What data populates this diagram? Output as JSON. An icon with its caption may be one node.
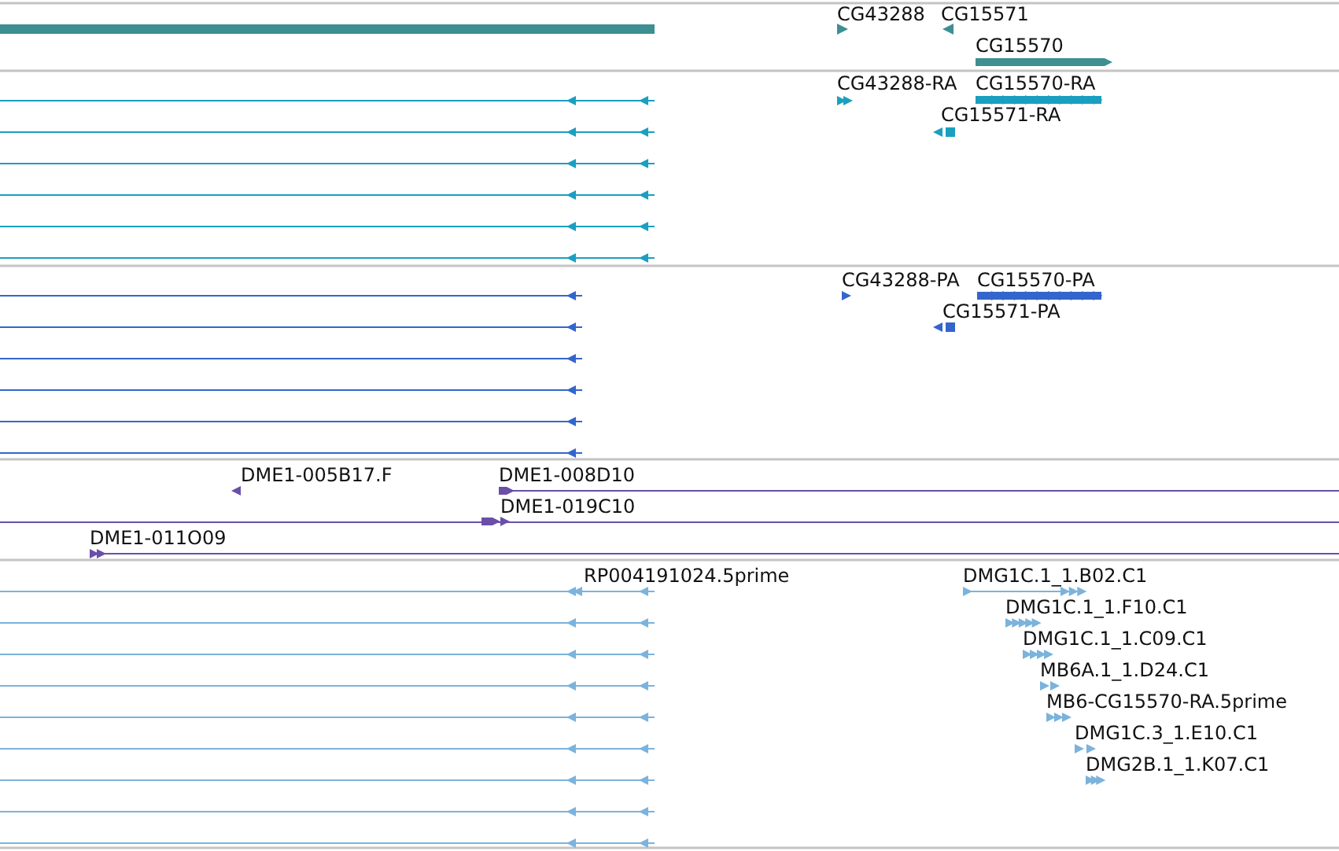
{
  "diagram": {
    "labels": [
      "CG43288",
      "CG15571",
      "CG15570",
      "CG43288-RA",
      "CG15570-RA",
      "CG15571-RA",
      "CG43288-PA",
      "CG15570-PA",
      "CG15571-PA",
      "DME1-005B17.F",
      "DME1-008D10",
      "DME1-019C10",
      "DME1-011O09",
      "RP004191024.5prime",
      "DMG1C.1_1.B02.C1",
      "DMG1C.1_1.F10.C1",
      "DMG1C.1_1.C09.C1",
      "MB6A.1_1.D24.C1",
      "MB6-CG15570-RA.5prime",
      "DMG1C.3_1.E10.C1",
      "DMG2B.1_1.K07.C1"
    ]
  }
}
